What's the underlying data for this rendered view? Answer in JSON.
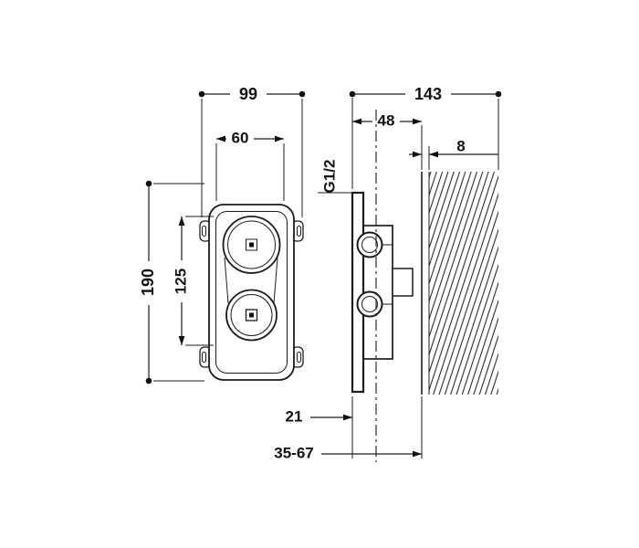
{
  "dimensions": {
    "front_width_total": "99",
    "side_depth_total": "143",
    "front_width_body": "60",
    "side_depth_body": "48",
    "wall_lining_thickness": "8",
    "connection_thread": "G1/2",
    "front_height_total": "190",
    "front_height_fixing_centers": "125",
    "centerline_to_plate": "21",
    "installation_depth_range": "35-67"
  }
}
